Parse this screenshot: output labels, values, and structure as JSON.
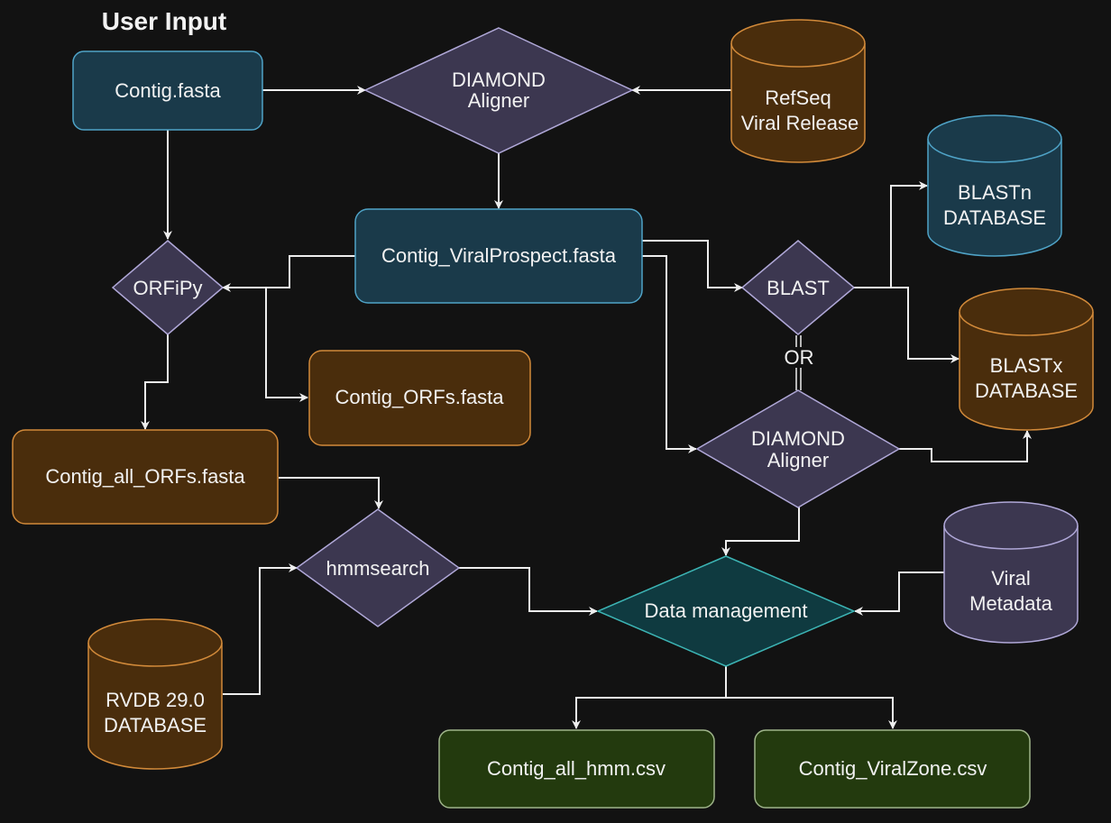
{
  "title": "User Input",
  "colors": {
    "background": "#121212",
    "blue_fill": "#1a3a4a",
    "blue_stroke": "#4fa3c7",
    "orange_fill": "#4a2d0c",
    "orange_stroke": "#d28a3a",
    "purple_fill": "#3c3750",
    "purple_stroke": "#b0a8d8",
    "teal_fill": "#0f3a40",
    "teal_stroke": "#3cb4b4",
    "green_fill": "#233a0e",
    "green_stroke": "#9fb58a",
    "edge": "#eeeeee"
  },
  "nodes": {
    "contig_fasta": {
      "label": "Contig.fasta"
    },
    "diamond_top": {
      "line1": "DIAMOND",
      "line2": "Aligner"
    },
    "refseq": {
      "line1": "RefSeq",
      "line2": "Viral Release"
    },
    "viral_prospect": {
      "label": "Contig_ViralProspect.fasta"
    },
    "orfipy": {
      "label": "ORFiPy"
    },
    "blast": {
      "label": "BLAST"
    },
    "blastn_db": {
      "line1": "BLASTn",
      "line2": "DATABASE"
    },
    "blastx_db": {
      "line1": "BLASTx",
      "line2": "DATABASE"
    },
    "or_label": "OR",
    "diamond_mid": {
      "line1": "DIAMOND",
      "line2": "Aligner"
    },
    "contig_orfs": {
      "label": "Contig_ORFs.fasta"
    },
    "contig_all_orfs": {
      "label": "Contig_all_ORFs.fasta"
    },
    "hmmsearch": {
      "label": "hmmsearch"
    },
    "rvdb": {
      "line1": "RVDB 29.0",
      "line2": "DATABASE"
    },
    "data_management": {
      "label": "Data management"
    },
    "viral_metadata": {
      "line1": "Viral",
      "line2": "Metadata"
    },
    "all_hmm_csv": {
      "label": "Contig_all_hmm.csv"
    },
    "viralzone_csv": {
      "label": "Contig_ViralZone.csv"
    }
  }
}
